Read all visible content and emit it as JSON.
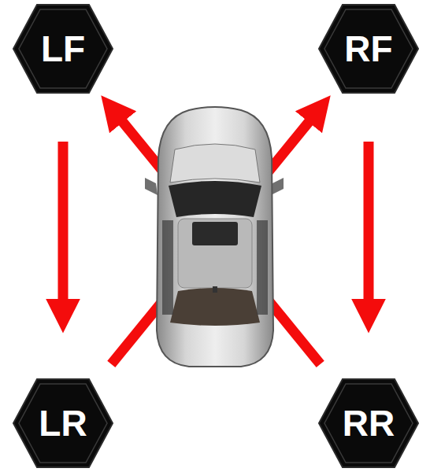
{
  "diagram": {
    "nodes": [
      {
        "text": [
          "LF"
        ]
      },
      {
        "text": [
          "RF"
        ]
      },
      {
        "text": [
          "LR"
        ]
      },
      {
        "text": [
          "RR"
        ]
      }
    ],
    "edges": [
      {
        "from": 0,
        "to": 2,
        "arrow": "to"
      },
      {
        "from": 1,
        "to": 3,
        "arrow": "to"
      },
      {
        "from": 2,
        "to": 1,
        "arrow": "to"
      },
      {
        "from": 3,
        "to": 0,
        "arrow": "to"
      }
    ]
  }
}
